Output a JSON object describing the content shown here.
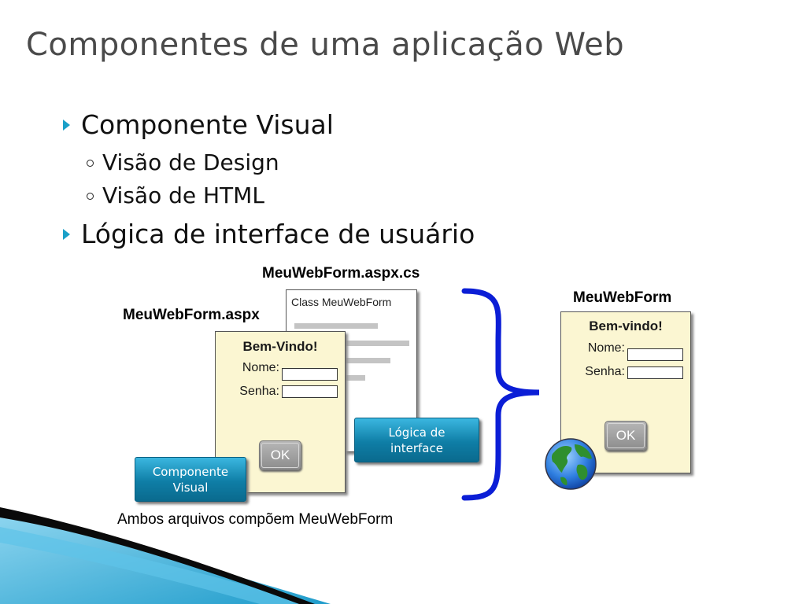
{
  "slide": {
    "title": "Componentes de uma aplicação Web",
    "bullets": [
      {
        "text": "Componente Visual",
        "subitems": [
          "Visão de Design",
          "Visão de HTML"
        ]
      },
      {
        "text": "Lógica de interface de usuário",
        "subitems": []
      }
    ]
  },
  "diagram": {
    "cs_file_label": "MeuWebForm.aspx.cs",
    "aspx_file_label": "MeuWebForm.aspx",
    "class_label": "Class MeuWebForm",
    "design_form": {
      "welcome": "Bem-Vindo!",
      "name_label": "Nome:",
      "password_label": "Senha:",
      "ok": "OK"
    },
    "visual_component_label": "Componente Visual",
    "logic_label": "Lógica de interface",
    "result_label": "MeuWebForm",
    "result_form": {
      "welcome": "Bem-vindo!",
      "name_label": "Nome:",
      "password_label": "Senha:",
      "ok": "OK"
    },
    "caption": "Ambos arquivos compõem MeuWebForm"
  },
  "colors": {
    "accent": "#1aa0c8",
    "brace": "#0b1ed6",
    "form_background": "#fbf6d2",
    "button_blue": "#0f7ea6"
  },
  "icons": [
    "globe-icon",
    "triangle-bullet-icon",
    "circle-bullet-icon"
  ]
}
